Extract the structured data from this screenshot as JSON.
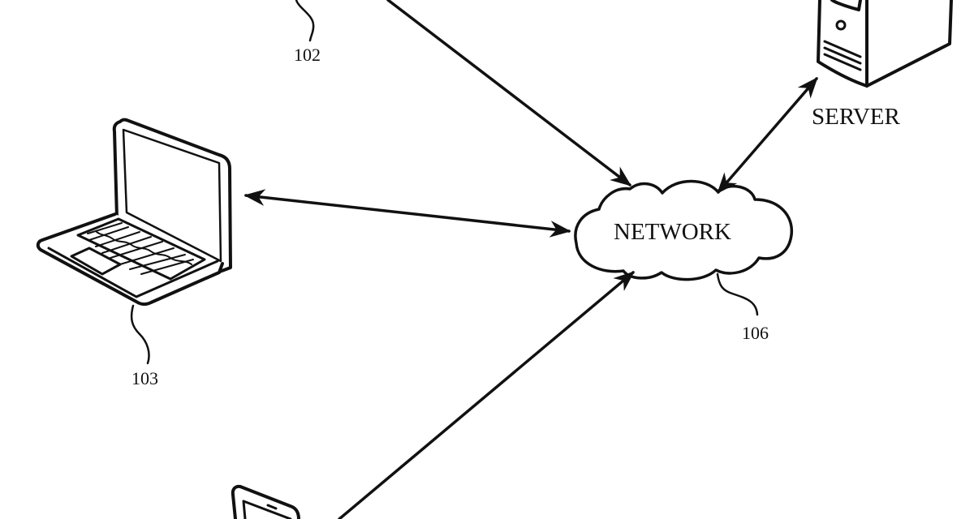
{
  "figure": {
    "nodes": {
      "network": {
        "label": "NETWORK",
        "ref": "106"
      },
      "server": {
        "label": "SERVER"
      },
      "laptop": {
        "ref": "103"
      },
      "top_device": {
        "ref": "102"
      },
      "phone": {}
    },
    "connections": [
      {
        "from": "top_device",
        "to": "network",
        "direction": "one-way"
      },
      {
        "from": "laptop",
        "to": "network",
        "direction": "two-way"
      },
      {
        "from": "server",
        "to": "network",
        "direction": "two-way"
      },
      {
        "from": "phone",
        "to": "network",
        "direction": "one-way"
      }
    ]
  },
  "colors": {
    "ink": "#111111",
    "background": "#ffffff"
  }
}
